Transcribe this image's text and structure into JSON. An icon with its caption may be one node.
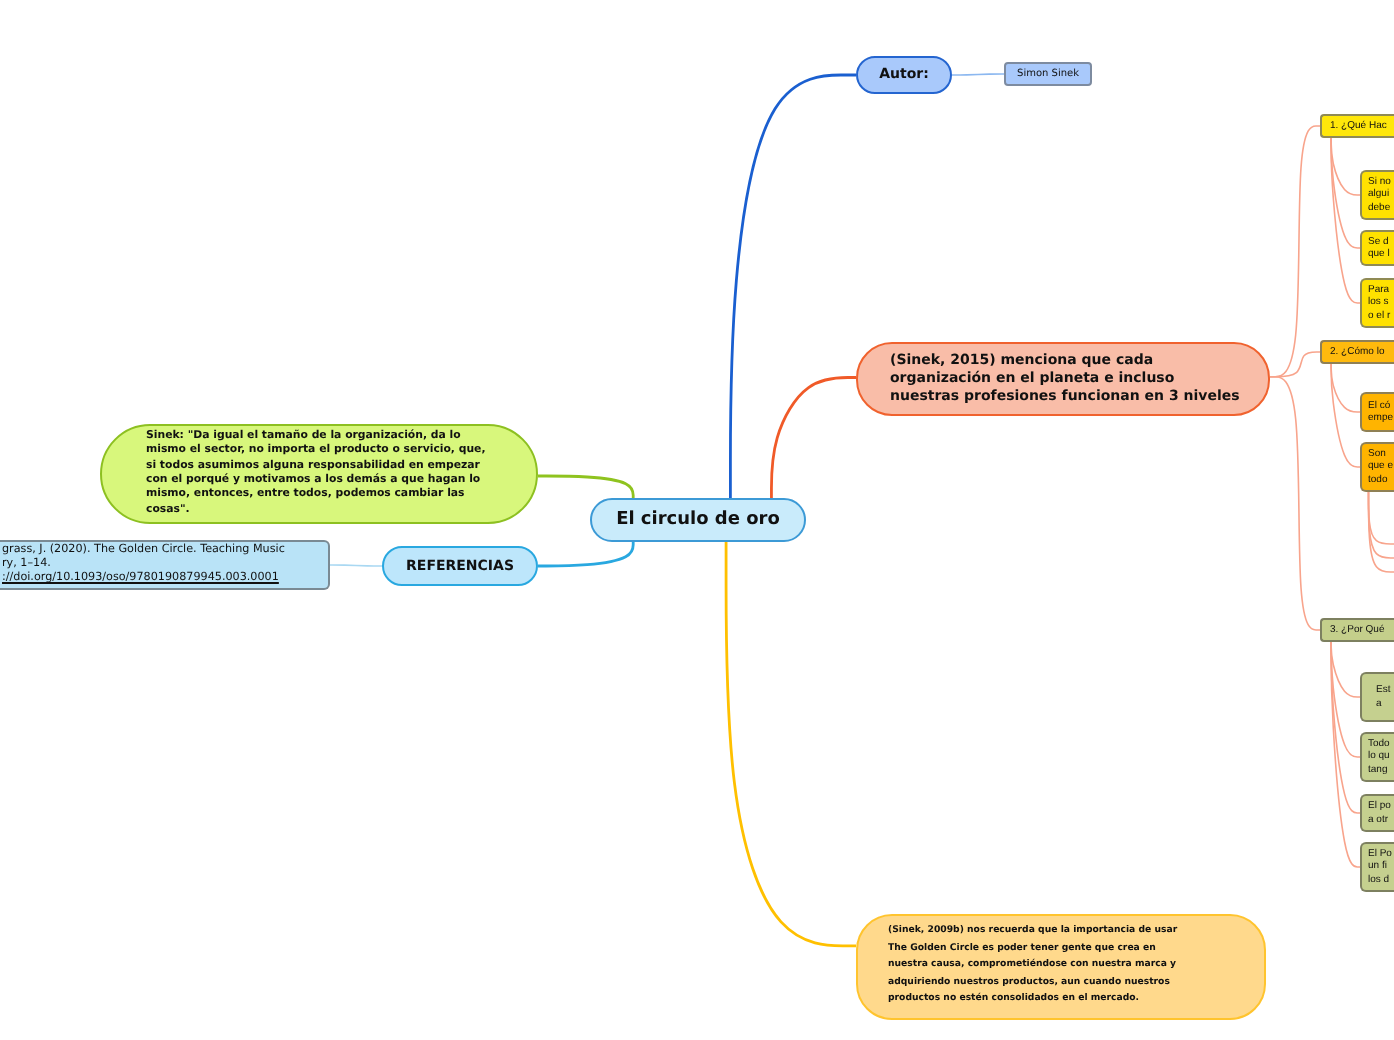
{
  "diagram": {
    "nodes": [
      {
        "text": [
          "El circulo de oro"
        ]
      },
      {
        "text": [
          "Autor:"
        ]
      },
      {
        "text": [
          "Simon Sinek"
        ]
      },
      {
        "text": [
          "(Sinek, 2015) menciona que cada organización en el planeta e incluso nuestras profesiones funcionan en 3 niveles"
        ]
      },
      {
        "text": [
          "1. ¿Qué Hac"
        ]
      },
      {
        "text": [
          "Si no algui debe"
        ]
      },
      {
        "text": [
          "Se d que l"
        ]
      },
      {
        "text": [
          "Para los s o el r"
        ]
      },
      {
        "text": [
          "2. ¿Cómo lo"
        ]
      },
      {
        "text": [
          "El có empe"
        ]
      },
      {
        "text": [
          "Son que e todo"
        ]
      },
      {
        "text": [
          "3. ¿Por Qué"
        ]
      },
      {
        "text": [
          "Est a"
        ]
      },
      {
        "text": [
          "Todo lo qu tang"
        ]
      },
      {
        "text": [
          "El po a otr"
        ]
      },
      {
        "text": [
          "El Po un fi los d"
        ]
      },
      {
        "text": [
          "(Sinek, 2009b) nos recuerda que la importancia de usar The Golden Circle es poder tener gente que crea en nuestra causa, comprometiéndose con nuestra marca y adquiriendo nuestros productos, aun cuando nuestros productos no estén consolidados en el mercado."
        ]
      },
      {
        "text": [
          "REFERENCIAS"
        ]
      },
      {
        "text": [
          "grass, J. (2020). The Golden Circle. Teaching Music ry, 1–14.",
          "://doi.org/10.1093/oso/9780190879945.003.0001"
        ]
      },
      {
        "text": [
          "Sinek: \"Da igual el tamaño de la organización, da lo mismo el sector, no importa el producto o servicio, que, si todos asumimos alguna responsabilidad en empezar con el porqué y motivamos a los demás a que hagan lo mismo, entonces, entre todos, podemos cambiar las cosas\"."
        ]
      }
    ],
    "edges": [
      {
        "from": 0,
        "to": 1,
        "arrow": "none",
        "color": "#1a5fd0"
      },
      {
        "from": 1,
        "to": 2,
        "arrow": "none",
        "color": "#8cb8f0"
      },
      {
        "from": 0,
        "to": 3,
        "arrow": "none",
        "color": "#f05a28"
      },
      {
        "from": 3,
        "to": 4,
        "arrow": "none"
      },
      {
        "from": 3,
        "to": 8,
        "arrow": "none"
      },
      {
        "from": 3,
        "to": 11,
        "arrow": "none"
      },
      {
        "from": 4,
        "to": 5,
        "arrow": "none"
      },
      {
        "from": 4,
        "to": 6,
        "arrow": "none"
      },
      {
        "from": 4,
        "to": 7,
        "arrow": "none"
      },
      {
        "from": 8,
        "to": 9,
        "arrow": "none"
      },
      {
        "from": 8,
        "to": 10,
        "arrow": "none"
      },
      {
        "from": 10,
        "to": null,
        "arrow": "none"
      },
      {
        "from": 10,
        "to": null,
        "arrow": "none"
      },
      {
        "from": 10,
        "to": null,
        "arrow": "none"
      },
      {
        "from": 11,
        "to": 12,
        "arrow": "none"
      },
      {
        "from": 11,
        "to": 13,
        "arrow": "none"
      },
      {
        "from": 11,
        "to": 14,
        "arrow": "none"
      },
      {
        "from": 11,
        "to": 15,
        "arrow": "none"
      },
      {
        "from": 0,
        "to": 16,
        "arrow": "none",
        "color": "#ffc000"
      },
      {
        "from": 0,
        "to": 17,
        "arrow": "none",
        "color": "#29a8e0"
      },
      {
        "from": 17,
        "to": 18,
        "arrow": "none",
        "color": "#a9d8f2"
      },
      {
        "from": 0,
        "to": 19,
        "arrow": "none",
        "color": "#8fc31f"
      }
    ]
  }
}
